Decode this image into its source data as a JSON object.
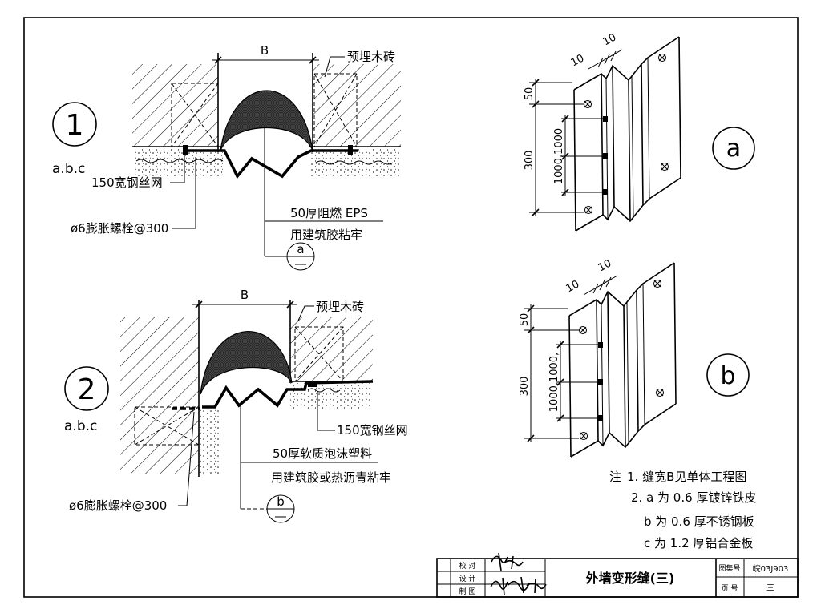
{
  "drawing": {
    "detail_1": {
      "number": "1",
      "applies_to": "a.b.c",
      "width_label": "B",
      "wood_brick_label": "预埋木砖",
      "wire_mesh_label": "150宽钢丝网",
      "bolt_label": "ø6膨胀螺栓@300",
      "filler_label": "50厚阻燃 EPS",
      "filler_note": "用建筑胶粘牢",
      "index_ref": "a"
    },
    "detail_2": {
      "number": "2",
      "applies_to": "a.b.c",
      "width_label": "B",
      "wood_brick_label": "预埋木砖",
      "wire_mesh_label": "150宽钢丝网",
      "filler_label": "50厚软质泡沫塑料",
      "filler_note": "用建筑胶或热沥青粘牢",
      "bolt_label": "ø6膨胀螺栓@300",
      "index_ref": "b"
    },
    "sheet_a": {
      "label": "a",
      "fold_dims": [
        "10",
        "10"
      ],
      "dim_top": "50",
      "dim_spacing": "300",
      "dim_inner": "1000,1000"
    },
    "sheet_b": {
      "label": "b",
      "fold_dims": [
        "10",
        "10"
      ],
      "dim_top": "50",
      "dim_spacing": "300",
      "dim_inner": "1000,1000,"
    }
  },
  "notes": {
    "heading": "注",
    "items": [
      "1. 缝宽B见单体工程图",
      "2. a 为 0.6 厚镀锌铁皮",
      "b 为 0.6 厚不锈钢板",
      "c 为 1.2 厚铝合金板"
    ]
  },
  "title_block": {
    "roles": [
      "校 对",
      "设 计",
      "制 图"
    ],
    "title": "外墙变形缝(三)",
    "atlas_no_label": "图集号",
    "atlas_no": "皖03J903",
    "page_label": "页 号",
    "page": "三"
  },
  "colors": {
    "ink": "#000000",
    "paper": "#ffffff"
  }
}
